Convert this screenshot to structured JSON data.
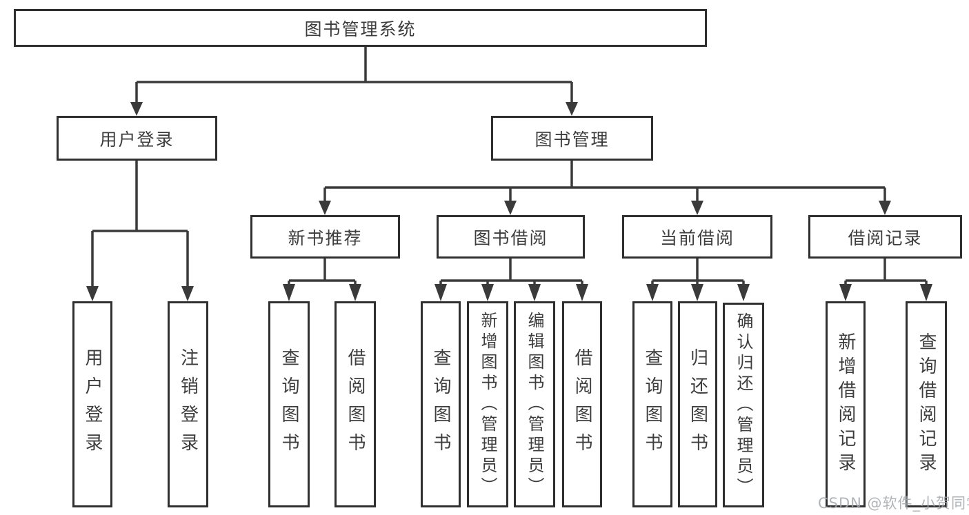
{
  "tree": {
    "label": "图书管理系统",
    "children": [
      {
        "label": "用户登录",
        "children": [
          {
            "label": "用户登录"
          },
          {
            "label": "注销登录"
          }
        ]
      },
      {
        "label": "图书管理",
        "children": [
          {
            "label": "新书推荐",
            "children": [
              {
                "label": "查询图书"
              },
              {
                "label": "借阅图书"
              }
            ]
          },
          {
            "label": "图书借阅",
            "children": [
              {
                "label": "查询图书"
              },
              {
                "label": "新增图书（管理员）"
              },
              {
                "label": "编辑图书（管理员）"
              },
              {
                "label": "借阅图书"
              }
            ]
          },
          {
            "label": "当前借阅",
            "children": [
              {
                "label": "查询图书"
              },
              {
                "label": "归还图书"
              },
              {
                "label": "确认归还（管理员）"
              }
            ]
          },
          {
            "label": "借阅记录",
            "children": [
              {
                "label": "新增借阅记录"
              },
              {
                "label": "查询借阅记录"
              }
            ]
          }
        ]
      }
    ]
  },
  "watermark": {
    "text": "CSDN @软件_小贺同学"
  },
  "colors": {
    "line": "#3a3a3a",
    "border": "#2f2f2f",
    "text": "#3d3d3d",
    "box_fill": "#ffffff",
    "background": "#ffffff",
    "watermark": "#a3a7ad"
  }
}
